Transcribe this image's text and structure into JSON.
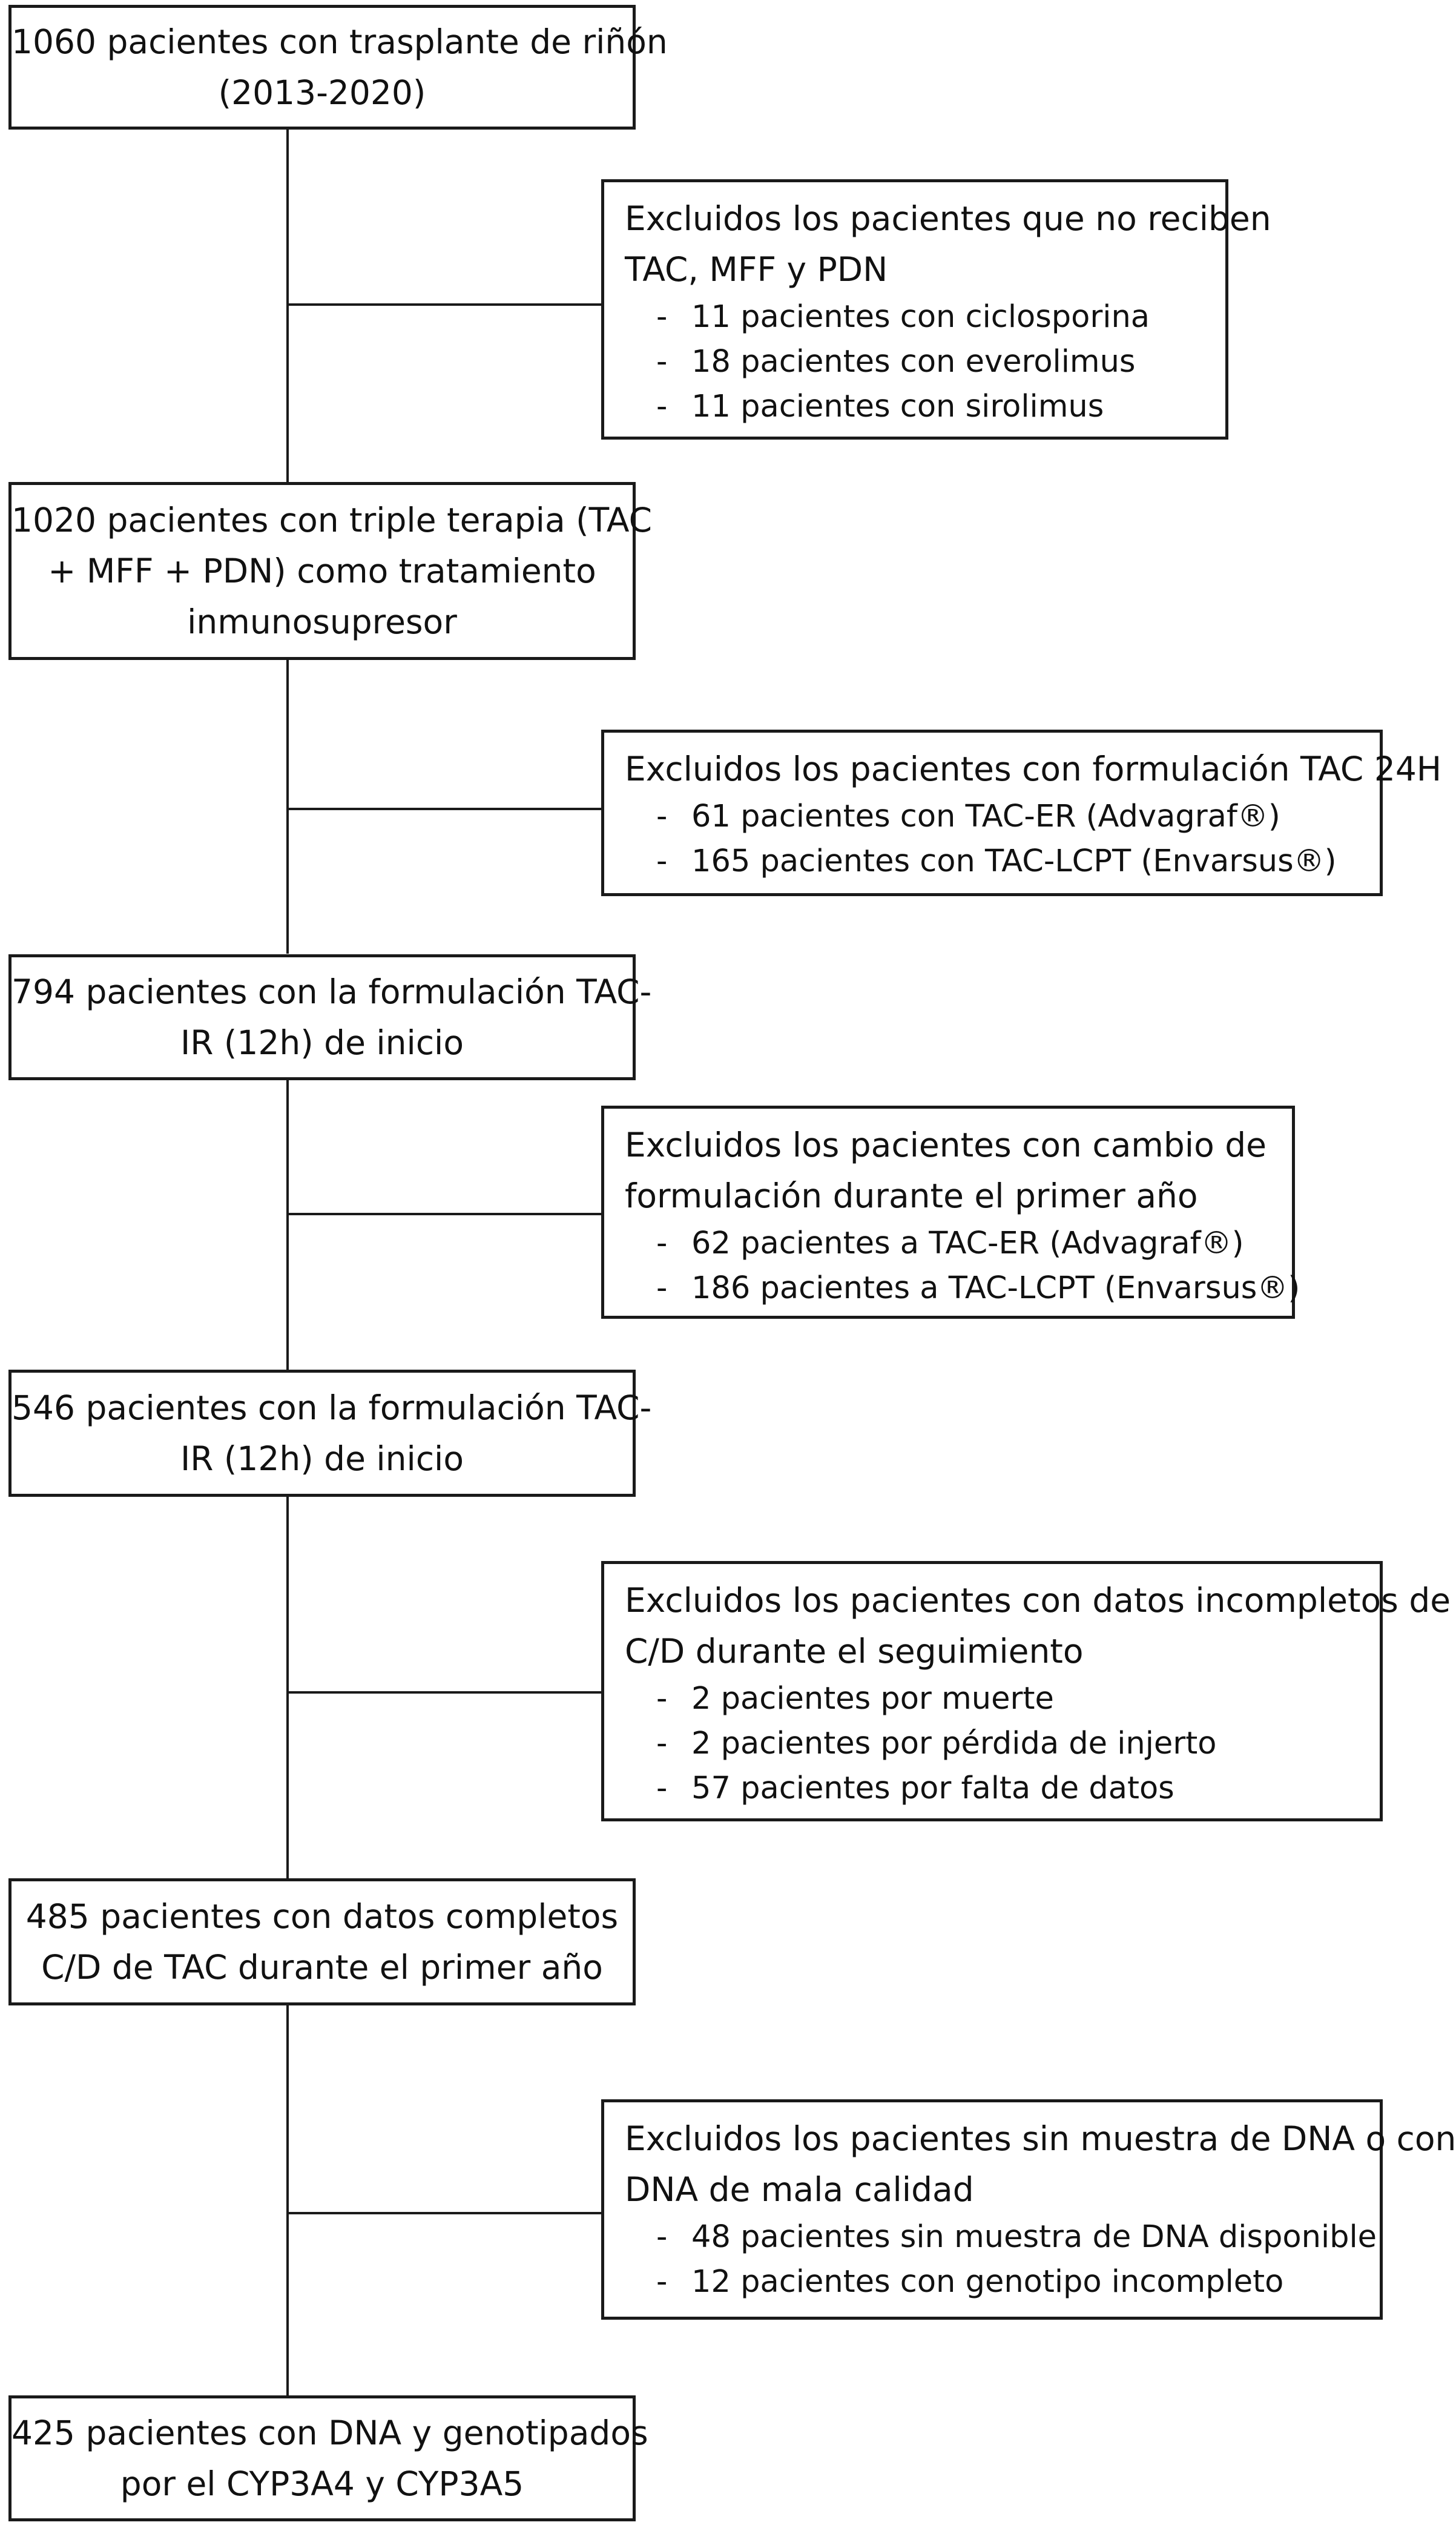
{
  "flow": {
    "step1": {
      "lines": [
        "1060 pacientes con trasplante de riñón",
        "(2013-2020)"
      ]
    },
    "excl1": {
      "lines": [
        "Excluidos los pacientes que no reciben",
        "TAC, MFF y PDN"
      ],
      "items": [
        "11 pacientes con ciclosporina",
        "18 pacientes con everolimus",
        "11 pacientes con sirolimus"
      ]
    },
    "step2": {
      "lines": [
        "1020 pacientes con triple terapia (TAC",
        "+ MFF + PDN) como  tratamiento",
        "inmunosupresor"
      ]
    },
    "excl2": {
      "lines": [
        "Excluidos los pacientes con formulación TAC 24H"
      ],
      "items": [
        "61 pacientes con TAC-ER (Advagraf®)",
        "165 pacientes con TAC-LCPT (Envarsus®)"
      ]
    },
    "step3": {
      "lines": [
        "794 pacientes con la formulación TAC-",
        "IR (12h) de inicio"
      ]
    },
    "excl3": {
      "lines": [
        "Excluidos los pacientes con cambio de",
        "formulación durante el primer año"
      ],
      "items": [
        "62 pacientes a TAC-ER (Advagraf®)",
        "186 pacientes a TAC-LCPT (Envarsus®)"
      ]
    },
    "step4": {
      "lines": [
        "546 pacientes con la formulación TAC-",
        "IR (12h) de inicio"
      ]
    },
    "excl4": {
      "lines": [
        "Excluidos los pacientes con datos incompletos de",
        "C/D durante el seguimiento"
      ],
      "items": [
        "2 pacientes por muerte",
        "2 pacientes por pérdida de injerto",
        "57 pacientes por falta de datos"
      ]
    },
    "step5": {
      "lines": [
        "485 pacientes con datos completos",
        "C/D de TAC durante el primer año"
      ]
    },
    "excl5": {
      "lines": [
        "Excluidos los pacientes sin muestra de DNA o con",
        "DNA de mala calidad"
      ],
      "items": [
        "48 pacientes sin muestra de DNA disponible",
        "12 pacientes con genotipo incompleto"
      ]
    },
    "step6": {
      "lines": [
        "425 pacientes con DNA y genotipados",
        "por el CYP3A4 y CYP3A5"
      ]
    }
  }
}
